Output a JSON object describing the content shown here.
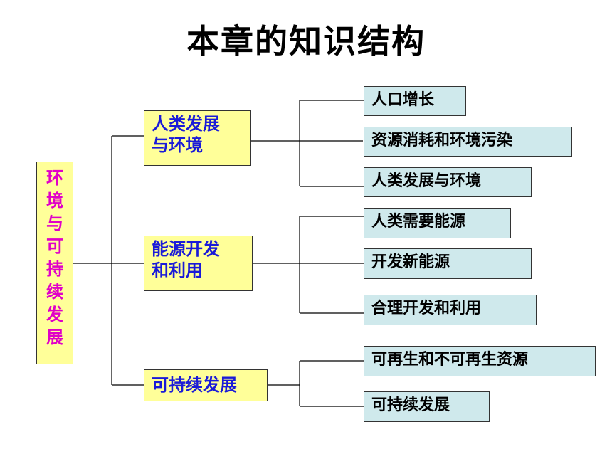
{
  "title": "本章的知识结构",
  "root": {
    "label": "环境与可持续发展"
  },
  "branches": [
    {
      "label_line1": "人类发展",
      "label_line2": "与环境",
      "leaves": [
        "人口增长",
        "资源消耗和环境污染",
        "人类发展与环境"
      ]
    },
    {
      "label_line1": "能源开发",
      "label_line2": "和利用",
      "leaves": [
        "人类需要能源",
        "开发新能源",
        "合理开发和利用"
      ]
    },
    {
      "label_line1": "可持续发展",
      "label_line2": "",
      "leaves": [
        "可再生和不可再生资源",
        "可持续发展"
      ]
    }
  ]
}
